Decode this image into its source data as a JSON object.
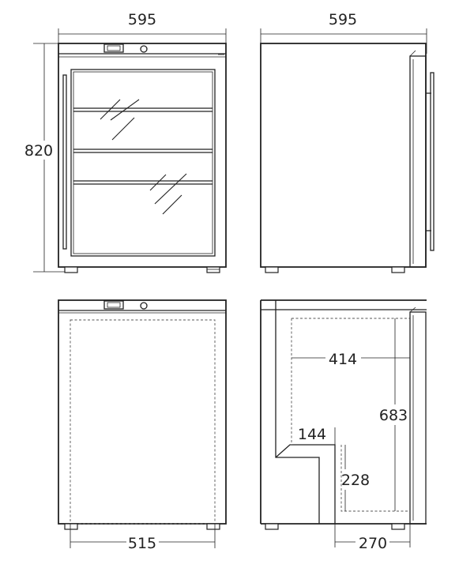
{
  "dimensions": {
    "front_width": "595",
    "side_depth": "595",
    "height": "820",
    "inner_width": "515",
    "inner_depth": "414",
    "inner_height": "683",
    "step_depth": "144",
    "step_height": "228",
    "door_depth": "270"
  },
  "colors": {
    "line": "#222222",
    "dashed": "#555555",
    "background": "#ffffff"
  },
  "views": [
    "front-glass-door",
    "side-exterior",
    "front-interior",
    "side-section"
  ]
}
